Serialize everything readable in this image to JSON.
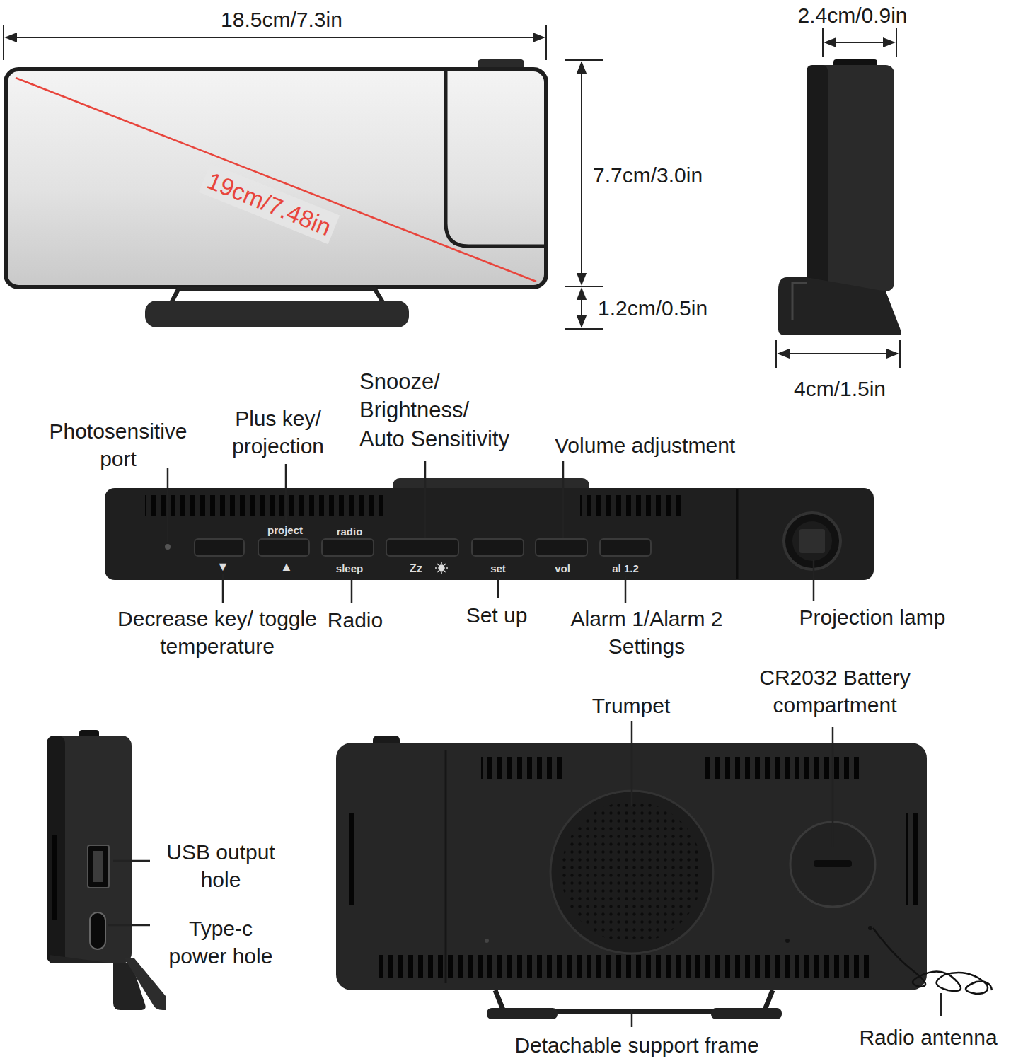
{
  "diagram": {
    "labels": [
      "18.5cm/7.3in",
      "19cm/7.48in",
      "7.7cm/3.0in",
      "1.2cm/0.5in",
      "2.4cm/0.9in",
      "4cm/1.5in",
      "Photosensitive port",
      "Plus key/ projection",
      "Snooze/ Brightness/ Auto Sensitivity",
      "Volume adjustment",
      "project",
      "radio",
      "▼",
      "▲",
      "sleep",
      "Zz",
      "set",
      "vol",
      "al 1.2",
      "Decrease key/ toggle temperature",
      "Radio",
      "Set up",
      "Alarm 1/Alarm 2 Settings",
      "Projection lamp",
      "Trumpet",
      "CR2032 Battery compartment",
      "USB output hole",
      "Type-c power hole",
      "Detachable support frame",
      "Radio antenna"
    ]
  }
}
